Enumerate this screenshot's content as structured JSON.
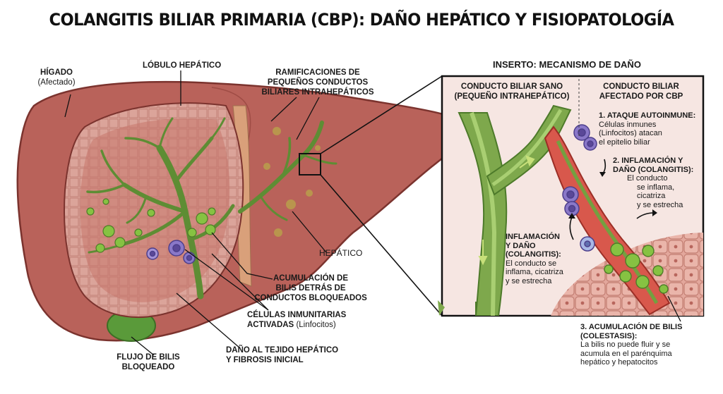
{
  "title": "COLANGITIS BILIAR PRIMARIA (CBP): DAÑO HEPÁTICO Y FISIOPATOLOGÍA",
  "labels": {
    "higado_title": "HÍGADO",
    "higado_sub": "(Afectado)",
    "lobulo": "LÓBULO HEPÁTICO",
    "ramificaciones": [
      "RAMIFICACIONES DE",
      "PEQUEÑOS CONDUCTOS",
      "BILIARES INTRAHEPÁTICOS"
    ],
    "hepatico": "HEPÁTICO",
    "acumulacion": [
      "ACUMULACIÓN DE",
      "BILIS DETRÁS DE",
      "CONDUCTOS BLOQUEADOS"
    ],
    "celulas_title": "CÉLULAS INMUNITARIAS",
    "celulas_bold2": "ACTIVADAS",
    "celulas_paren": "(Linfocitos)",
    "flujo": [
      "FLUJO DE BILIS",
      "BLOQUEADO"
    ],
    "dano_tejido": [
      "DAÑO AL TEJIDO HEPÁTICO",
      "Y FIBROSIS INICIAL"
    ]
  },
  "inset": {
    "title": "INSERTO: MECANISMO DE DAÑO",
    "sano": [
      "CONDUCTO BILIAR SANO",
      "(PEQUEÑO INTRAHEPÁTICO)"
    ],
    "afectado": [
      "CONDUCTO BILIAR",
      "AFECTADO POR CBP"
    ],
    "step1_title": "1. ATAQUE AUTOINMUNE:",
    "step1_text": [
      "Células inmunes",
      "(Linfocitos) atacan",
      "el epitelio biliar"
    ],
    "step2_title": [
      "2. INFLAMACIÓN Y",
      "DAÑO (COLANGITIS):"
    ],
    "step2_text": [
      "El conducto",
      "se inflama,",
      "cicatriza",
      "y se estrecha"
    ],
    "mid_title": [
      "INFLAMACIÓN",
      "Y DAÑO",
      "(COLANGITIS):"
    ],
    "mid_text": [
      "El conducto se",
      "inflama, cicatriza",
      "y se estrecha"
    ],
    "step3_title": [
      "3. ACUMULACIÓN DE BILIS",
      "(COLESTASIS):"
    ],
    "step3_text": [
      "La bilis no puede fluir y se",
      "acumula en el parénquima",
      "hepático y hepatocitos"
    ]
  },
  "colors": {
    "liver": "#b9625a",
    "liver_dark": "#8e3d37",
    "lobule": "#d69a90",
    "duct": "#6a9a3c",
    "bile": "#7fbf3a",
    "lymphocyte": "#8a78c8",
    "inset_bg": "#f6e6e2",
    "inflamed": "#d8584c"
  }
}
